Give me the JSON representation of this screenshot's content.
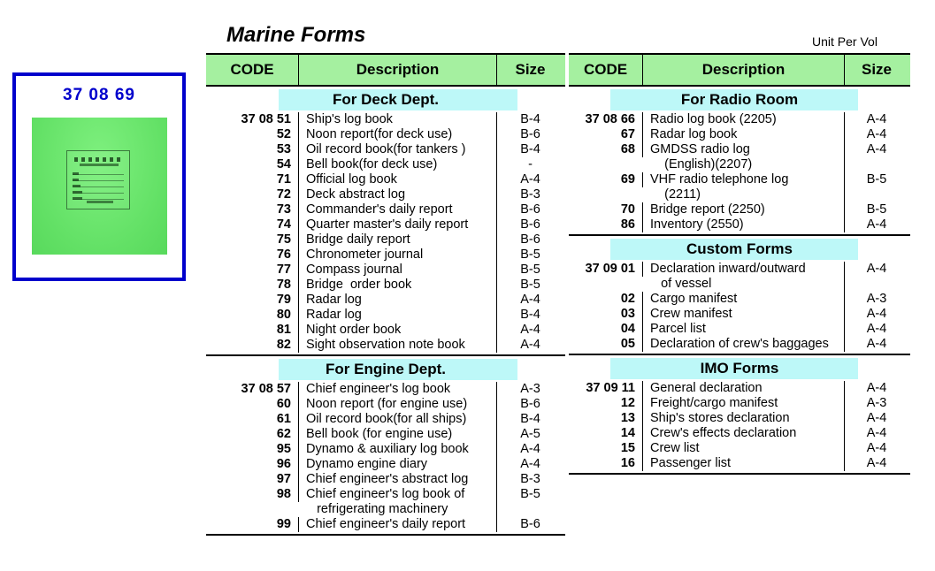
{
  "page": {
    "title": "Marine Forms",
    "unit_note": "Unit Per Vol"
  },
  "product_card": {
    "code": "37 08 69",
    "image_alt": "green-cover-log-book-photo",
    "border_color": "#0000cc",
    "code_color": "#0000cc",
    "photo_color": "#62e065"
  },
  "colors": {
    "header_green": "#a5f0a0",
    "section_cyan": "#bdf8f8",
    "text": "#000000",
    "accent_blue": "#0000cc"
  },
  "columns": {
    "code": "CODE",
    "description": "Description",
    "size": "Size"
  },
  "tables": [
    {
      "id": "left",
      "sections": [
        {
          "title": "For Deck Dept.",
          "rows": [
            {
              "code": "37 08 51",
              "desc": "Ship's log book",
              "size": "B-4"
            },
            {
              "code": "52",
              "desc": "Noon report(for deck use)",
              "size": "B-6"
            },
            {
              "code": "53",
              "desc": "Oil record book(for tankers )",
              "size": "B-4"
            },
            {
              "code": "54",
              "desc": "Bell book(for deck use)",
              "size": "-"
            },
            {
              "code": "71",
              "desc": "Official log book",
              "size": "A-4"
            },
            {
              "code": "72",
              "desc": "Deck abstract log",
              "size": "B-3"
            },
            {
              "code": "73",
              "desc": "Commander's daily report",
              "size": "B-6"
            },
            {
              "code": "74",
              "desc": "Quarter master's daily report",
              "size": "B-6"
            },
            {
              "code": "75",
              "desc": "Bridge daily report",
              "size": "B-6"
            },
            {
              "code": "76",
              "desc": "Chronometer journal",
              "size": "B-5"
            },
            {
              "code": "77",
              "desc": "Compass journal",
              "size": "B-5"
            },
            {
              "code": "78",
              "desc": "Bridge  order book",
              "size": "B-5"
            },
            {
              "code": "79",
              "desc": "Radar log",
              "size": "A-4"
            },
            {
              "code": "80",
              "desc": "Radar log",
              "size": "B-4"
            },
            {
              "code": "81",
              "desc": "Night order book",
              "size": "A-4"
            },
            {
              "code": "82",
              "desc": "Sight observation note book",
              "size": "A-4"
            }
          ]
        },
        {
          "title": "For Engine Dept.",
          "rows": [
            {
              "code": "37 08 57",
              "desc": "Chief engineer's log book",
              "size": "A-3"
            },
            {
              "code": "60",
              "desc": "Noon report (for engine use)",
              "size": "B-6"
            },
            {
              "code": "61",
              "desc": "Oil record book(for all ships)",
              "size": "B-4"
            },
            {
              "code": "62",
              "desc": "Bell book (for engine use)",
              "size": "A-5"
            },
            {
              "code": "95",
              "desc": "Dynamo & auxiliary log book",
              "size": "A-4"
            },
            {
              "code": "96",
              "desc": "Dynamo engine diary",
              "size": "A-4"
            },
            {
              "code": "97",
              "desc": "Chief engineer's abstract log",
              "size": "B-3"
            },
            {
              "code": "98",
              "desc": "Chief engineer's log book of\n   refrigerating machinery",
              "size": "B-5"
            },
            {
              "code": "99",
              "desc": "Chief engineer's daily report",
              "size": "B-6"
            }
          ]
        }
      ]
    },
    {
      "id": "right",
      "sections": [
        {
          "title": "For Radio Room",
          "rows": [
            {
              "code": "37 08 66",
              "desc": "Radio log book (2205)",
              "size": "A-4"
            },
            {
              "code": "67",
              "desc": "Radar log book",
              "size": "A-4"
            },
            {
              "code": "68",
              "desc": "GMDSS radio log\n    (English)(2207)",
              "size": "A-4"
            },
            {
              "code": "69",
              "desc": "VHF radio telephone log\n    (2211)",
              "size": "B-5"
            },
            {
              "code": "70",
              "desc": "Bridge report (2250)",
              "size": "B-5"
            },
            {
              "code": "86",
              "desc": "Inventory (2550)",
              "size": "A-4"
            }
          ]
        },
        {
          "title": "Custom Forms",
          "rows": [
            {
              "code": "37 09 01",
              "desc": "Declaration inward/outward\n   of vessel",
              "size": "A-4"
            },
            {
              "code": "02",
              "desc": "Cargo manifest",
              "size": "A-3"
            },
            {
              "code": "03",
              "desc": "Crew manifest",
              "size": "A-4"
            },
            {
              "code": "04",
              "desc": "Parcel list",
              "size": "A-4"
            },
            {
              "code": "05",
              "desc": "Declaration of crew's baggages",
              "size": "A-4"
            }
          ]
        },
        {
          "title": "IMO Forms",
          "rows": [
            {
              "code": "37 09 11",
              "desc": "General declaration",
              "size": "A-4"
            },
            {
              "code": "12",
              "desc": "Freight/cargo manifest",
              "size": "A-3"
            },
            {
              "code": "13",
              "desc": "Ship's stores declaration",
              "size": "A-4"
            },
            {
              "code": "14",
              "desc": "Crew's effects declaration",
              "size": "A-4"
            },
            {
              "code": "15",
              "desc": "Crew list",
              "size": "A-4"
            },
            {
              "code": "16",
              "desc": "Passenger list",
              "size": "A-4"
            }
          ]
        }
      ]
    }
  ]
}
